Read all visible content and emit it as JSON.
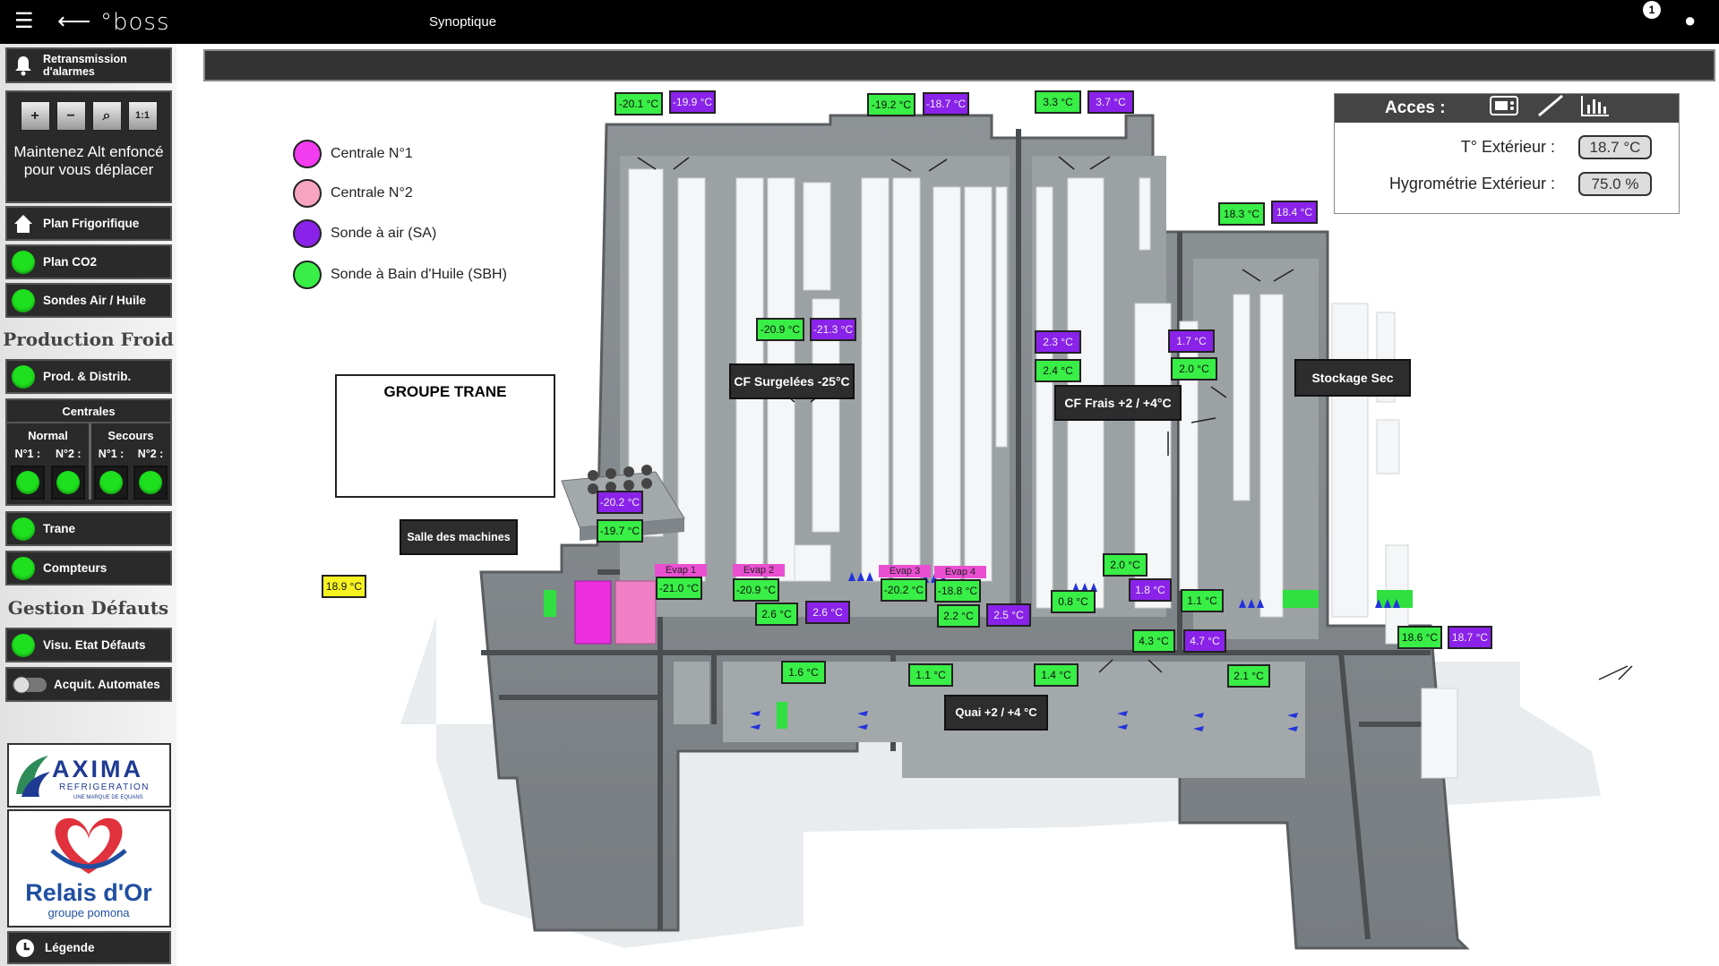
{
  "topbar": {
    "logo": "°boss",
    "title": "Synoptique",
    "notifications": "1"
  },
  "sidebar": {
    "alarms": "Retransmission d'alarmes",
    "zoom_hint": "Maintenez Alt enfoncé pour vous déplacer",
    "zoom_buttons": [
      "+",
      "−",
      "⌕",
      "1:1"
    ],
    "plan_frigorifique": "Plan Frigorifique",
    "plan_co2": "Plan CO2",
    "sondes": "Sondes Air / Huile",
    "production_title": "Production Froid",
    "prod_distrib": "Prod. & Distrib.",
    "centrales": {
      "title": "Centrales",
      "normal": "Normal",
      "secours": "Secours",
      "n1": "N°1 :",
      "n2": "N°2 :"
    },
    "trane": "Trane",
    "compteurs": "Compteurs",
    "gestion_title": "Gestion Défauts",
    "visu": "Visu. Etat Défauts",
    "acquit": "Acquit. Automates",
    "legende": "Légende",
    "logo1_name": "AXIMA",
    "logo1_sub": "REFRIGERATION",
    "logo1_tag": "UNE MARQUE DE EQUANS",
    "logo2_name": "Relais d'Or",
    "logo2_sub": "groupe pomona"
  },
  "legend": [
    {
      "label": "Centrale N°1",
      "color": "#f23cf0"
    },
    {
      "label": "Centrale N°2",
      "color": "#f7a4c0"
    },
    {
      "label": "Sonde à air (SA)",
      "color": "#8a22ea"
    },
    {
      "label": "Sonde à Bain d'Huile (SBH)",
      "color": "#39ee46"
    }
  ],
  "trane_box": {
    "title": "GROUPE TRANE"
  },
  "acces": {
    "title": "Acces :",
    "temp_label": "T° Extérieur :",
    "temp_value": "18.7 °C",
    "hygro_label": "Hygrométrie Extérieur :",
    "hygro_value": "75.0 %"
  },
  "zones": {
    "surgelees": "CF Surgelées -25°C",
    "frais": "CF Frais +2 / +4°C",
    "stockage": "Stockage Sec",
    "salle": "Salle des machines",
    "quai": "Quai +2 / +4 °C"
  },
  "evaps": [
    "Evap 1",
    "Evap 2",
    "Evap 3",
    "Evap 4"
  ],
  "sensors": {
    "s1": "-20.1 °C",
    "s2": "-19.9 °C",
    "s3": "-19.2 °C",
    "s4": "-18.7 °C",
    "s5": "3.3 °C",
    "s6": "3.7 °C",
    "s7": "18.3 °C",
    "s8": "18.4 °C",
    "s9": "-20.9 °C",
    "s10": "-21.3 °C",
    "s11": "2.3 °C",
    "s12": "2.4 °C",
    "s13": "1.7 °C",
    "s14": "2.0 °C",
    "s15": "-20.2 °C",
    "s16": "-19.7 °C",
    "s17": "18.9 °C",
    "s18": "-21.0 °C",
    "s19": "-20.9 °C",
    "s20": "-20.2 °C",
    "s21": "-18.8 °C",
    "s22": "2.6 °C",
    "s23": "2.6 °C",
    "s24": "2.2 °C",
    "s25": "2.5 °C",
    "s26": "0.8 °C",
    "s27": "2.0 °C",
    "s28": "1.8 °C",
    "s29": "1.1 °C",
    "s30": "4.3 °C",
    "s31": "4.7 °C",
    "s32": "18.6 °C",
    "s33": "18.7 °C",
    "s34": "1.6 °C",
    "s35": "1.1 °C",
    "s36": "1.4 °C",
    "s37": "2.1 °C"
  }
}
